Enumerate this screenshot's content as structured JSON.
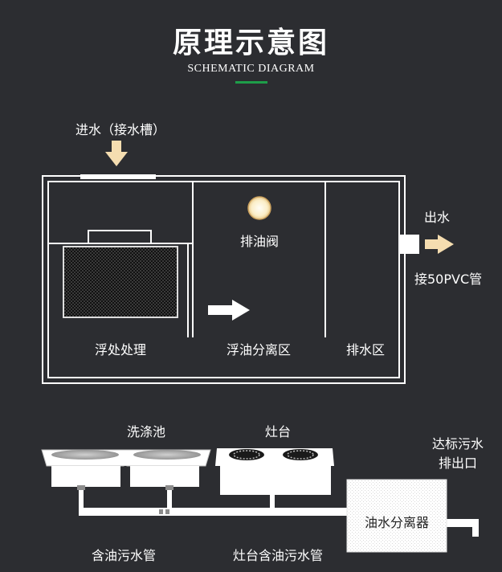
{
  "header": {
    "title": "原理示意图",
    "subtitle": "SCHEMATIC DIAGRAM",
    "accent_color": "#1e9e49"
  },
  "tank": {
    "inlet_label": "进水（接水槽）",
    "outlet_label": "出水",
    "outlet_pipe_label": "接50PVC管",
    "valve_label": "排油阀",
    "zones": [
      "浮处处理",
      "浮油分离区",
      "排水区"
    ]
  },
  "plumbing": {
    "sink_label": "洗涤池",
    "stove_label": "灶台",
    "discharge_label": "达标污水\n排出口",
    "separator_label": "油水分离器",
    "oily_pipe_label": "含油污水管",
    "stove_pipe_label": "灶台含油污水管"
  },
  "colors": {
    "background": "#2c2d31",
    "arrow": "#f5ddb0",
    "valve_glow": "#fbeec8",
    "line": "#ffffff"
  }
}
